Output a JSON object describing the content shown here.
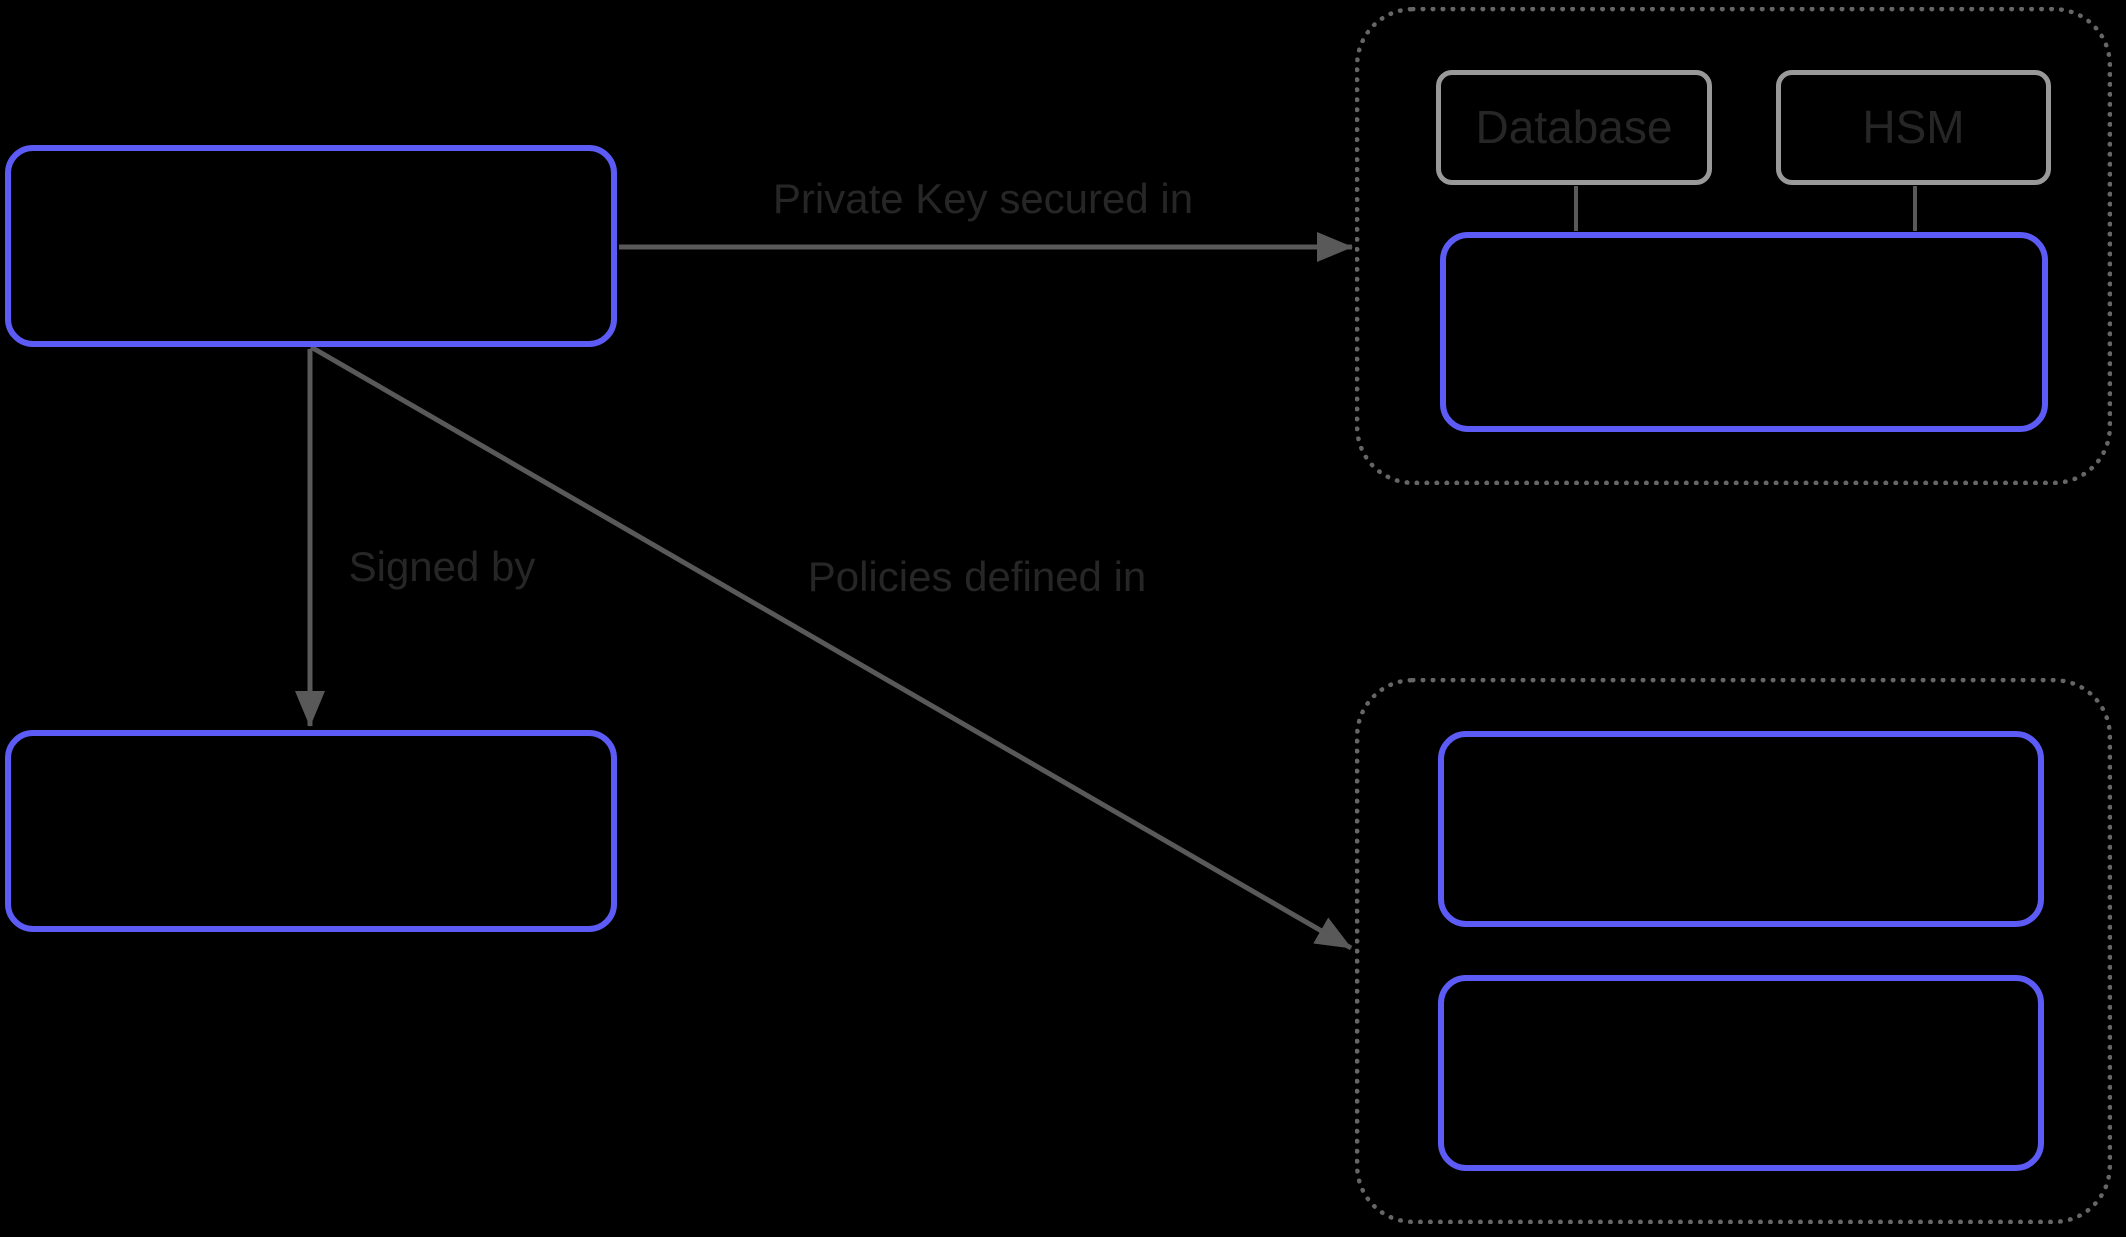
{
  "diagram": {
    "background": "#000000",
    "colors": {
      "node_border": "#5d5bf5",
      "secondary_node_border": "#999999",
      "group_border": "#666666",
      "edge": "#595959",
      "text": "#262626"
    },
    "nodes": {
      "top_left": {
        "label": ""
      },
      "bottom_left": {
        "label": ""
      },
      "database": {
        "label": "Database"
      },
      "hsm": {
        "label": "HSM"
      },
      "top_right_inner": {
        "label": ""
      },
      "bottom_right_1": {
        "label": ""
      },
      "bottom_right_2": {
        "label": ""
      }
    },
    "edges": {
      "private_key": {
        "label": "Private Key secured in"
      },
      "signed_by": {
        "label": "Signed by"
      },
      "policies": {
        "label": "Policies defined in"
      }
    }
  }
}
